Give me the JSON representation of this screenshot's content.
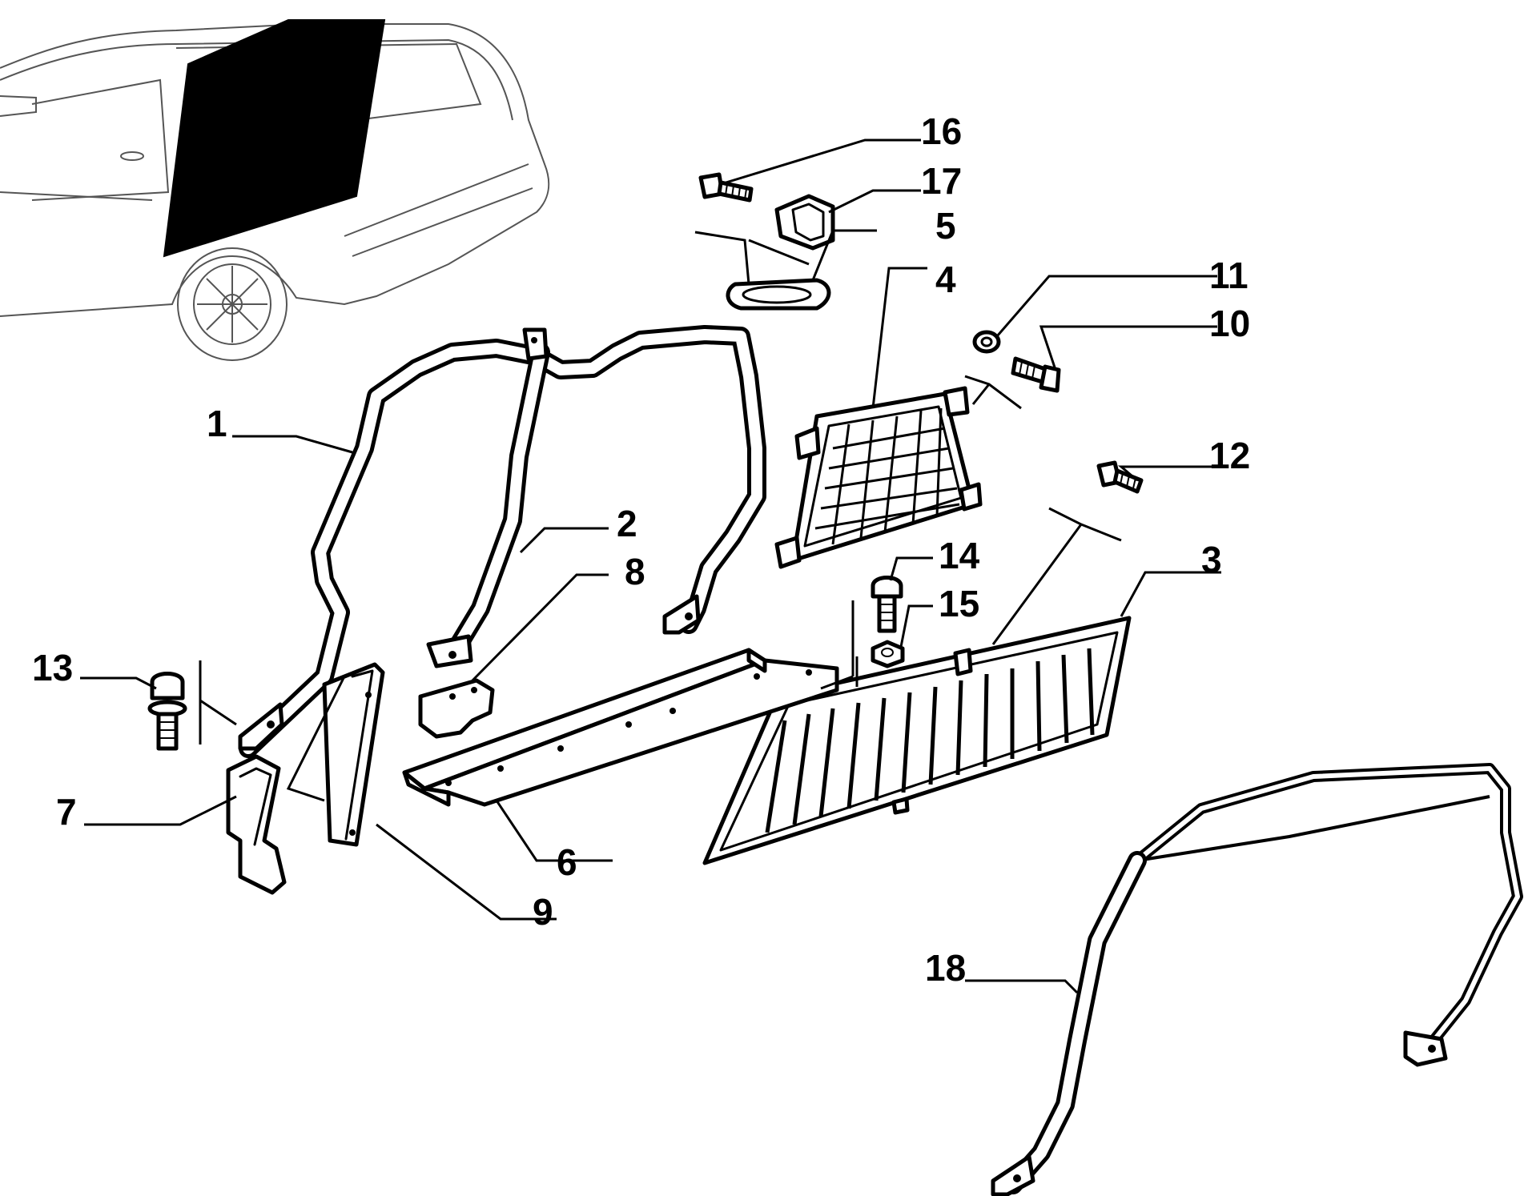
{
  "callouts": [
    "1",
    "2",
    "3",
    "4",
    "5",
    "6",
    "7",
    "8",
    "9",
    "10",
    "11",
    "12",
    "13",
    "14",
    "15",
    "16",
    "17",
    "18"
  ],
  "colors": {
    "ink": "#000000",
    "paper": "#ffffff",
    "car_outline": "#555555"
  }
}
